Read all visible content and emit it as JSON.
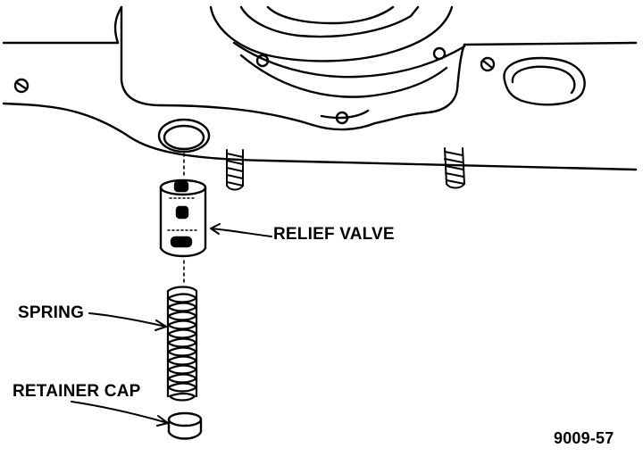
{
  "labels": {
    "relief_valve": "RELIEF VALVE",
    "spring": "SPRING",
    "retainer_cap": "RETAINER CAP"
  },
  "figure_number": "9009-57"
}
